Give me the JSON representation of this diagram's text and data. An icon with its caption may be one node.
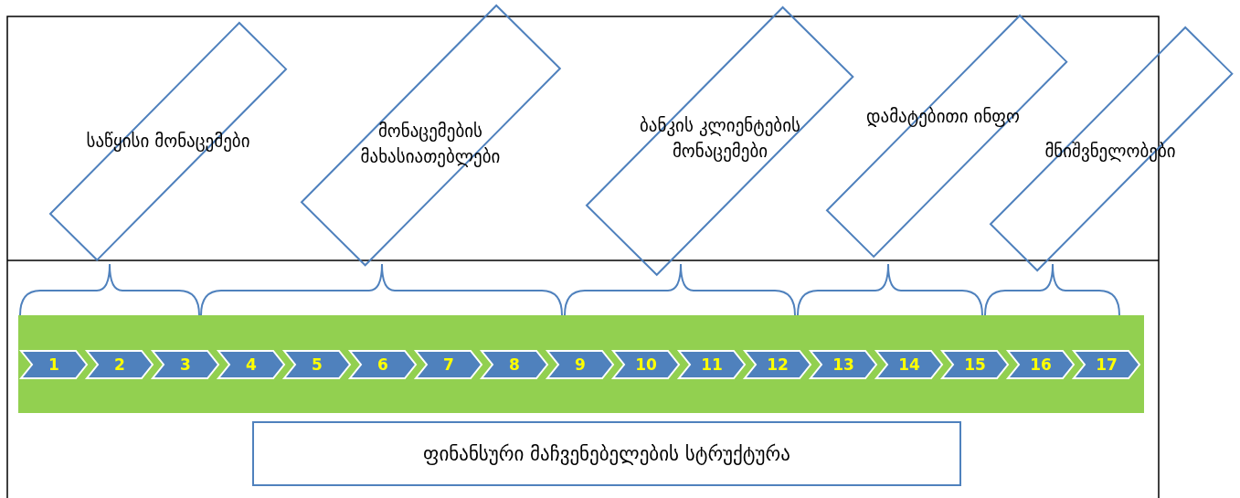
{
  "diagram": {
    "title": "ფინანსური მაჩვენებელების სტრუქტურა",
    "nodes": [
      {
        "text": [
          "საწყისი მონაცემები"
        ]
      },
      {
        "text": [
          "მონაცემების მახასიათებლები"
        ]
      },
      {
        "text": [
          "ბანკის კლიენტების მონაცემები"
        ]
      },
      {
        "text": [
          "დამატებითი ინფო"
        ]
      },
      {
        "text": [
          "მნიშვნელობები"
        ]
      },
      {
        "text": [],
        "shape": "bar"
      },
      {
        "text": [
          "1"
        ],
        "in": 5
      },
      {
        "text": [
          "2"
        ],
        "in": 5
      },
      {
        "text": [
          "3"
        ],
        "in": 5
      },
      {
        "text": [
          "4"
        ],
        "in": 5
      },
      {
        "text": [
          "5"
        ],
        "in": 5
      },
      {
        "text": [
          "6"
        ],
        "in": 5
      },
      {
        "text": [
          "7"
        ],
        "in": 5
      },
      {
        "text": [
          "8"
        ],
        "in": 5
      },
      {
        "text": [
          "9"
        ],
        "in": 5
      },
      {
        "text": [
          "10"
        ],
        "in": 5
      },
      {
        "text": [
          "11"
        ],
        "in": 5
      },
      {
        "text": [
          "12"
        ],
        "in": 5
      },
      {
        "text": [
          "13"
        ],
        "in": 5
      },
      {
        "text": [
          "14"
        ],
        "in": 5
      },
      {
        "text": [
          "15"
        ],
        "in": 5
      },
      {
        "text": [
          "16"
        ],
        "in": 5
      },
      {
        "text": [
          "17"
        ],
        "in": 5
      }
    ]
  }
}
